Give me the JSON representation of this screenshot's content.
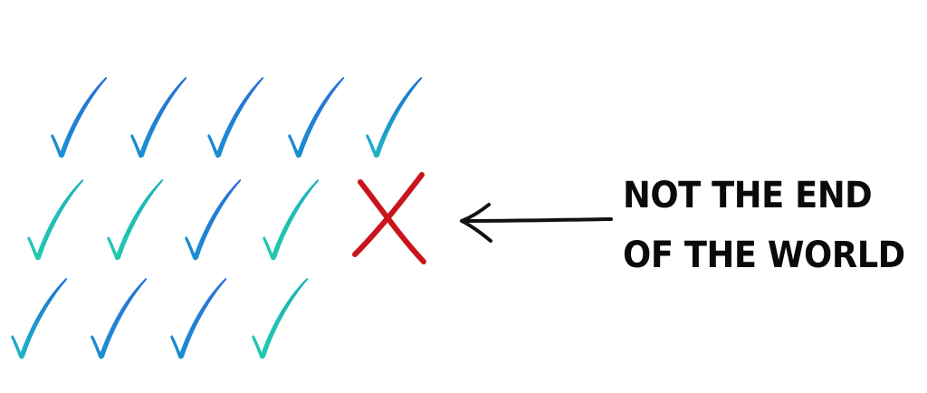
{
  "caption": {
    "line1": "NOT THE END",
    "line2": "OF THE WORLD"
  },
  "grid": {
    "rows": [
      [
        "check",
        "check",
        "check",
        "check",
        "check"
      ],
      [
        "check",
        "check",
        "check",
        "check",
        "cross"
      ],
      [
        "check",
        "check",
        "check",
        "check"
      ]
    ]
  },
  "colors": {
    "check_blue": "#1a68c8",
    "check_mid": "#1790c9",
    "check_teal": "#19bfb2",
    "cross": "#c8141b",
    "arrow": "#111111",
    "text": "#0a0a0a"
  },
  "icons": {
    "check": "check-mark-icon",
    "cross": "cross-mark-icon",
    "arrow": "left-arrow-icon"
  }
}
